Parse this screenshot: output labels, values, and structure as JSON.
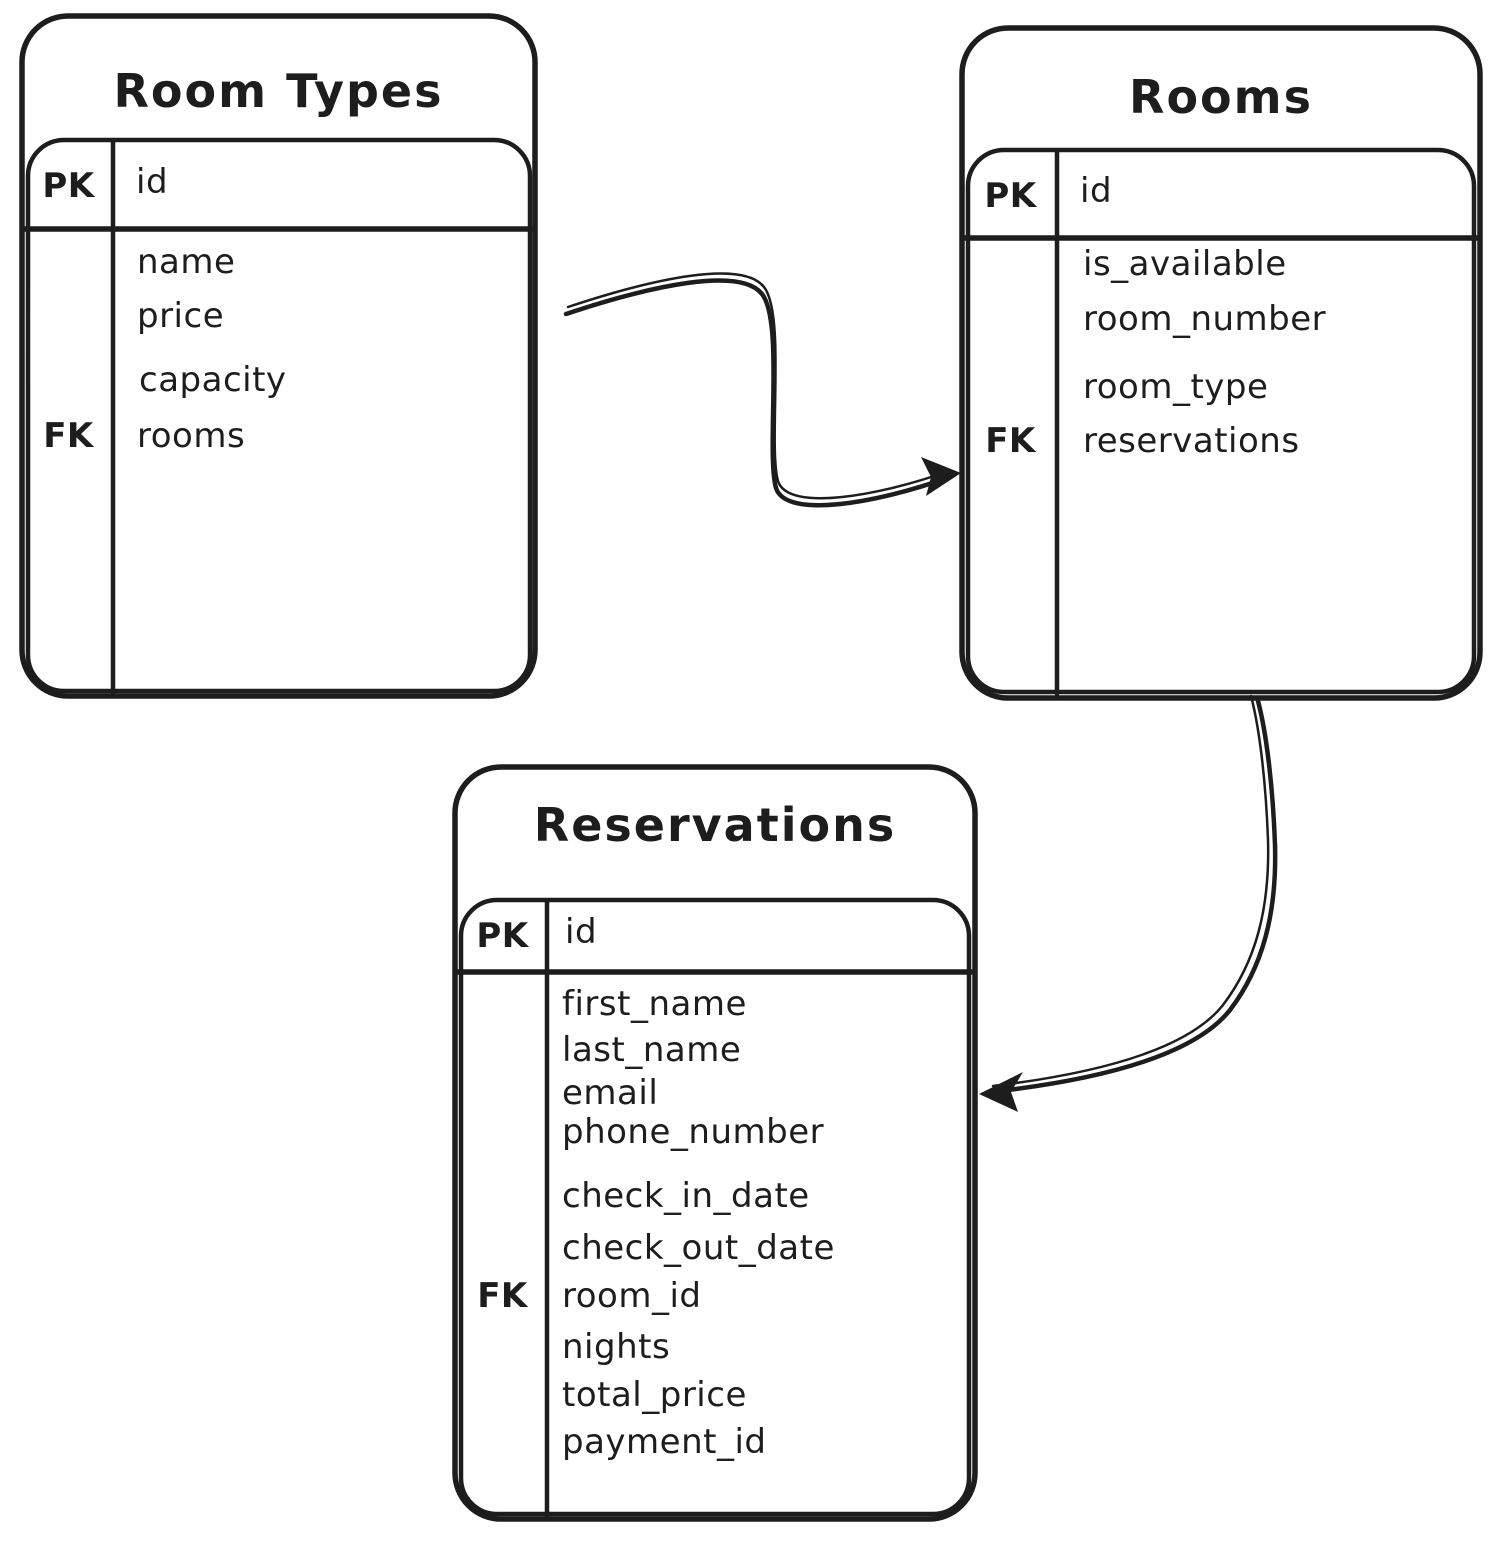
{
  "diagram": {
    "type": "entity-relationship",
    "background_color": "#ffffff",
    "stroke_color": "#1d1d1d"
  },
  "tables": [
    {
      "title": "Room Types",
      "key_header": "PK",
      "id_field": "id",
      "rows": [
        {
          "key": "",
          "name": "name"
        },
        {
          "key": "",
          "name": "price"
        },
        {
          "key": "",
          "name": "capacity"
        },
        {
          "key": "FK",
          "name": "rooms"
        }
      ]
    },
    {
      "title": "Rooms",
      "key_header": "PK",
      "id_field": "id",
      "rows": [
        {
          "key": "",
          "name": "is_available"
        },
        {
          "key": "",
          "name": "room_number"
        },
        {
          "key": "",
          "name": "room_type"
        },
        {
          "key": "FK",
          "name": "reservations"
        }
      ]
    },
    {
      "title": "Reservations",
      "key_header": "PK",
      "id_field": "id",
      "rows": [
        {
          "key": "",
          "name": "first_name"
        },
        {
          "key": "",
          "name": "last_name"
        },
        {
          "key": "",
          "name": "email"
        },
        {
          "key": "",
          "name": "phone_number"
        },
        {
          "key": "",
          "name": "check_in_date"
        },
        {
          "key": "",
          "name": "check_out_date"
        },
        {
          "key": "FK",
          "name": "room_id"
        },
        {
          "key": "",
          "name": "nights"
        },
        {
          "key": "",
          "name": "total_price"
        },
        {
          "key": "",
          "name": "payment_id"
        }
      ]
    }
  ],
  "relationships": [
    {
      "from": "Room Types",
      "to": "Rooms"
    },
    {
      "from": "Rooms",
      "to": "Reservations"
    }
  ]
}
